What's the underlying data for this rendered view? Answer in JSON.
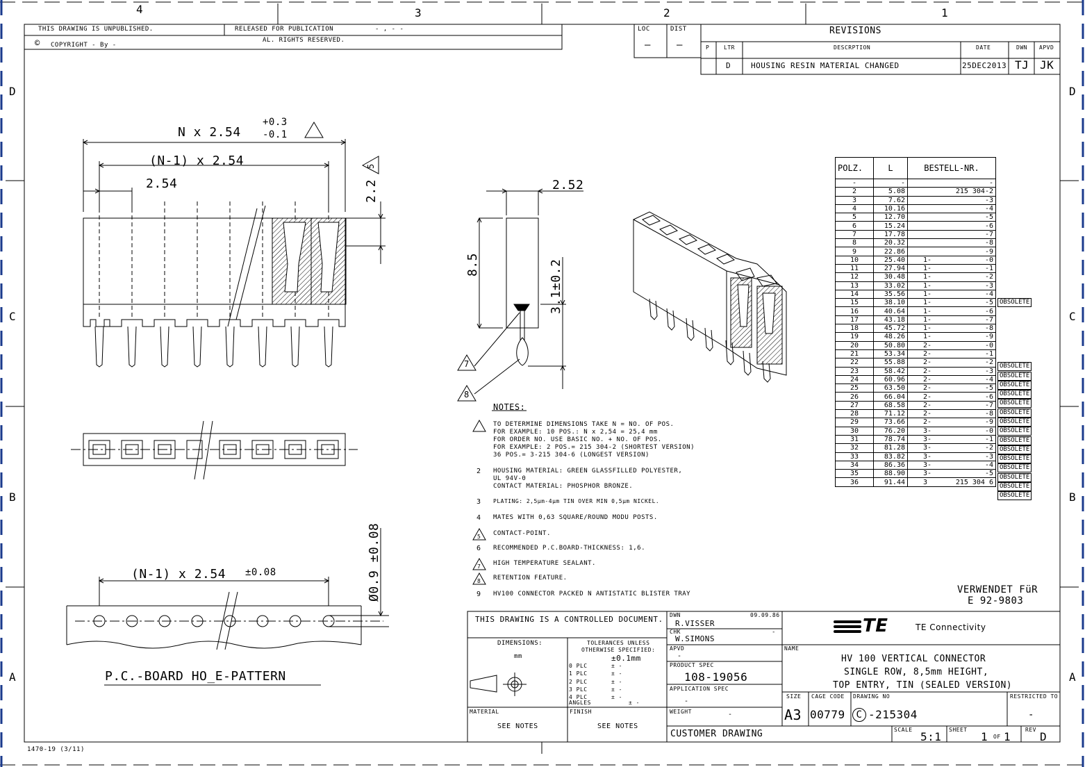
{
  "frame": {
    "zones_top": [
      "4",
      "3",
      "2",
      "1"
    ],
    "zones_side": [
      "D",
      "C",
      "B",
      "A"
    ],
    "form_number": "1470-19  (3/11)"
  },
  "header": {
    "unpublished": "THIS DRAWING IS UNPUBLISHED.",
    "released": "RELEASED FOR PUBLICATION",
    "released_dots": "- , -   -",
    "copyright": "COPYRIGHT  -    By -",
    "rights": "AL. RIGHTS RESERVED."
  },
  "loc_dist": {
    "loc_label": "LOC",
    "dist_label": "DIST",
    "loc_value": "—",
    "dist_value": "—"
  },
  "revisions": {
    "title": "REVISIONS",
    "col_p": "P",
    "col_ltr": "LTR",
    "col_desc": "DESCRPTION",
    "col_date": "DATE",
    "col_dwn": "DWN",
    "col_apvd": "APVD",
    "rows": [
      {
        "ltr": "D",
        "desc": "HOUSING RESIN MATERIAL CHANGED",
        "date": "25DEC2013",
        "dwn": "TJ",
        "apvd": "JK"
      }
    ]
  },
  "dims": {
    "n_pitch": "N x 2.54",
    "n_tol_plus": "+0.3",
    "n_tol_minus": "-0.1",
    "n1_pitch": "(N-1) x 2.54",
    "pitch": "2.54",
    "height_top": "2.2",
    "width_side": "2.52",
    "height_side": "8.5",
    "pin_len": "3.1±0.2",
    "hole_pitch": "(N-1) x 2.54",
    "hole_tol": "±0.08",
    "hole_dia": "Ø0.9 ±0.08",
    "tri5": "5",
    "tri7": "7",
    "tri8": "8"
  },
  "pcb_label": "P.C.-BOARD HO_E-PATTERN",
  "bom": {
    "col_polz": "POLZ.",
    "col_l": "L",
    "col_nr": "BESTELL-NR.",
    "rows": [
      [
        "-",
        "-",
        "",
        "-",
        ""
      ],
      [
        "2",
        "5.08",
        "",
        "215 304-2",
        ""
      ],
      [
        "3",
        "7.62",
        "",
        "-3",
        ""
      ],
      [
        "4",
        "10.16",
        "",
        "-4",
        ""
      ],
      [
        "5",
        "12.70",
        "",
        "-5",
        ""
      ],
      [
        "6",
        "15.24",
        "",
        "-6",
        ""
      ],
      [
        "7",
        "17.78",
        "",
        "-7",
        ""
      ],
      [
        "8",
        "20.32",
        "",
        "-8",
        ""
      ],
      [
        "9",
        "22.86",
        "",
        "-9",
        ""
      ],
      [
        "10",
        "25.40",
        "1-",
        "-0",
        ""
      ],
      [
        "11",
        "27.94",
        "1-",
        "-1",
        ""
      ],
      [
        "12",
        "30.48",
        "1-",
        "-2",
        ""
      ],
      [
        "13",
        "33.02",
        "1-",
        "-3",
        ""
      ],
      [
        "14",
        "35.56",
        "1-",
        "-4",
        "OBSOLETE"
      ],
      [
        "15",
        "38.10",
        "1-",
        "-5",
        ""
      ],
      [
        "16",
        "40.64",
        "1-",
        "-6",
        ""
      ],
      [
        "17",
        "43.18",
        "1-",
        "-7",
        ""
      ],
      [
        "18",
        "45.72",
        "1-",
        "-8",
        ""
      ],
      [
        "19",
        "48.26",
        "1-",
        "-9",
        ""
      ],
      [
        "20",
        "50.80",
        "2-",
        "-0",
        ""
      ],
      [
        "21",
        "53.34",
        "2-",
        "-1",
        "OBSOLETE"
      ],
      [
        "22",
        "55.88",
        "2-",
        "-2",
        "OBSOLETE"
      ],
      [
        "23",
        "58.42",
        "2-",
        "-3",
        "OBSOLETE"
      ],
      [
        "24",
        "60.96",
        "2-",
        "-4",
        "OBSOLETE"
      ],
      [
        "25",
        "63.50",
        "2-",
        "-5",
        "OBSOLETE"
      ],
      [
        "26",
        "66.04",
        "2-",
        "-6",
        "OBSOLETE"
      ],
      [
        "27",
        "68.58",
        "2-",
        "-7",
        "OBSOLETE"
      ],
      [
        "28",
        "71.12",
        "2-",
        "-8",
        "OBSOLETE"
      ],
      [
        "29",
        "73.66",
        "2-",
        "-9",
        "OBSOLETE"
      ],
      [
        "30",
        "76.20",
        "3-",
        "-0",
        "OBSOLETE"
      ],
      [
        "31",
        "78.74",
        "3-",
        "-1",
        "OBSOLETE"
      ],
      [
        "32",
        "81.28",
        "3-",
        "-2",
        "OBSOLETE"
      ],
      [
        "33",
        "83.82",
        "3-",
        "-3",
        "OBSOLETE"
      ],
      [
        "34",
        "86.36",
        "3-",
        "-4",
        "OBSOLETE"
      ],
      [
        "35",
        "88.90",
        "3-",
        "-5",
        "OBSOLETE"
      ],
      [
        "36",
        "91.44",
        "3",
        "215 304 6",
        ""
      ]
    ]
  },
  "notes": {
    "title": "NOTES:",
    "items": [
      {
        "num": "",
        "tri": "",
        "lines": [
          "TO DETERMINE DIMENSIONS TAKE N = NO. OF POS.",
          "FOR EXAMPLE: 10 POS.: N x 2,54 = 25,4 mm",
          "FOR ORDER NO. USE BASIC NO. + NO. OF POS.",
          "FOR EXAMPLE:   2 POS.=    215 304-2 (SHORTEST VERSION)",
          "              36 POS.= 3-215 304-6  (LONGEST VERSION)"
        ]
      },
      {
        "num": "2",
        "tri": "",
        "lines": [
          "HOUSING MATERIAL: GREEN GLASSFILLED POLYESTER,",
          "UL 94V-0",
          "CONTACT MATERIAL: PHOSPHOR BRONZE."
        ]
      },
      {
        "num": "3",
        "tri": "",
        "lines": [
          "PLATING: 2,5µm-4µm TIN OVER MIN 0,5µm NICKEL."
        ]
      },
      {
        "num": "4",
        "tri": "",
        "lines": [
          "MATES WITH 0,63 SQUARE/ROUND MODU POSTS."
        ]
      },
      {
        "num": "",
        "tri": "5",
        "lines": [
          "CONTACT-POINT."
        ]
      },
      {
        "num": "6",
        "tri": "",
        "lines": [
          "RECOMMENDED P.C.BOARD-THICKNESS: 1,6."
        ]
      },
      {
        "num": "",
        "tri": "7",
        "lines": [
          "HIGH TEMPERATURE SEALANT."
        ]
      },
      {
        "num": "",
        "tri": "8",
        "lines": [
          "RETENTION FEATURE."
        ]
      },
      {
        "num": "9",
        "tri": "",
        "lines": [
          "HV100 CONNECTOR PACKED N ANTISTATIC BLISTER TRAY"
        ]
      }
    ]
  },
  "verwendet": {
    "label": "VERWENDET FüR",
    "value": "E 92-9803"
  },
  "title_block": {
    "controlled": "THIS DRAWING IS A CONTROLLED DOCUMENT.",
    "dimensions_label": "DIMENSIONS:",
    "dimensions_value": "mm",
    "tol_title1": "TOLERANCES UNLESS",
    "tol_title2": "OTHERWISE SPECIFIED:",
    "tol_main": "±0.1mm",
    "tol_rows": [
      [
        "0 PLC",
        "± -"
      ],
      [
        "1 PLC",
        "± -"
      ],
      [
        "2 PLC",
        "± -"
      ],
      [
        "3 PLC",
        "± -"
      ],
      [
        "4 PLC",
        "± -"
      ]
    ],
    "angles_label": "ANGLES",
    "angles_value": "± -",
    "material_label": "MATERIAL",
    "material_value": "SEE NOTES",
    "finish_label": "FINISH",
    "finish_value": "SEE NOTES",
    "dwn_label": "DWN",
    "dwn_name": "R.VISSER",
    "dwn_date": "09.09.86",
    "chk_label": "CHK",
    "chk_name": "W.SIMONS",
    "chk_date": "-",
    "apvd_label": "APVD",
    "apvd_name": "-",
    "product_spec_label": "PRODUCT SPEC",
    "product_spec": "108-19056",
    "app_spec_label": "APPLICATION SPEC",
    "app_spec": "-",
    "weight_label": "WEIGHT",
    "weight": "-",
    "customer": "CUSTOMER DRAWING",
    "company": "TE Connectivity",
    "logo_text": "TE",
    "name_label": "NAME",
    "name_lines": [
      "HV 100 VERTICAL CONNECTOR",
      "SINGLE ROW, 8,5mm HEIGHT,",
      "TOP ENTRY, TIN (SEALED VERSION)"
    ],
    "size_label": "SIZE",
    "size": "A3",
    "cage_label": "CAGE CODE",
    "cage": "00779",
    "dwg_label": "DRAWING NO",
    "dwg_prefix": "C",
    "dwg_no": "-215304",
    "restricted_label": "RESTRICTED TO",
    "restricted": "-",
    "scale_label": "SCALE",
    "scale": "5:1",
    "sheet_label": "SHEET",
    "sheet": "1",
    "sheet_of": "OF",
    "sheet_total": "1",
    "rev_label": "REV",
    "rev": "D"
  },
  "colors": {
    "line": "#000000",
    "frame_tick": "#1a3a8c",
    "background": "#ffffff"
  }
}
